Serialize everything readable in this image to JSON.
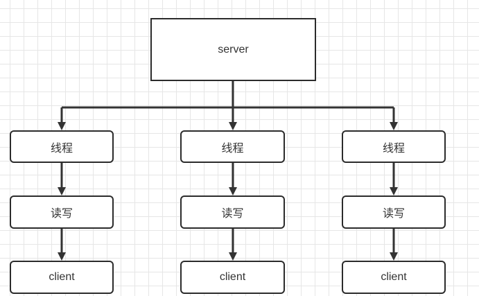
{
  "diagram": {
    "server": {
      "label": "server"
    },
    "branches": [
      {
        "thread": "线程",
        "rw": "读写",
        "client": "client"
      },
      {
        "thread": "线程",
        "rw": "读写",
        "client": "client"
      },
      {
        "thread": "线程",
        "rw": "读写",
        "client": "client"
      }
    ]
  },
  "colors": {
    "stroke": "#333333",
    "grid": "#e6e6e6",
    "fill": "#ffffff"
  }
}
